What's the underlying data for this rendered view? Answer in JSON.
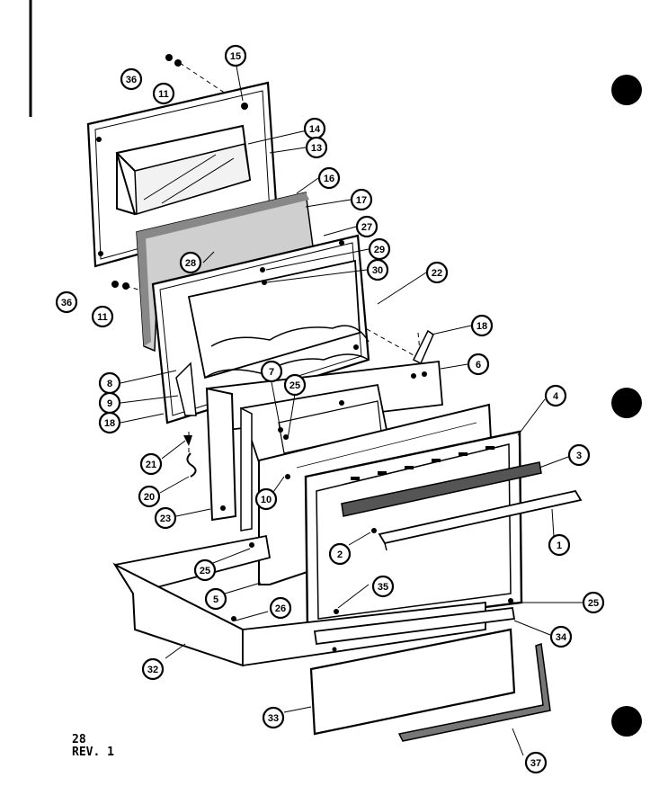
{
  "callouts": {
    "c36a": "36",
    "c11a": "11",
    "c15": "15",
    "c14": "14",
    "c13": "13",
    "c16": "16",
    "c17": "17",
    "c27": "27",
    "c28": "28",
    "c29": "29",
    "c30": "30",
    "c22": "22",
    "c36b": "36",
    "c11b": "11",
    "c18a": "18",
    "c6": "6",
    "c8": "8",
    "c9": "9",
    "c18b": "18",
    "c7": "7",
    "c25a": "25",
    "c21": "21",
    "c20": "20",
    "c23": "23",
    "c10": "10",
    "c4": "4",
    "c3": "3",
    "c1": "1",
    "c2": "2",
    "c25b": "25",
    "c5": "5",
    "c35": "35",
    "c26": "26",
    "c25c": "25",
    "c34": "34",
    "c32": "32",
    "c33": "33",
    "c37": "37"
  },
  "footer": {
    "page": "28",
    "revision": "REV. 1"
  }
}
